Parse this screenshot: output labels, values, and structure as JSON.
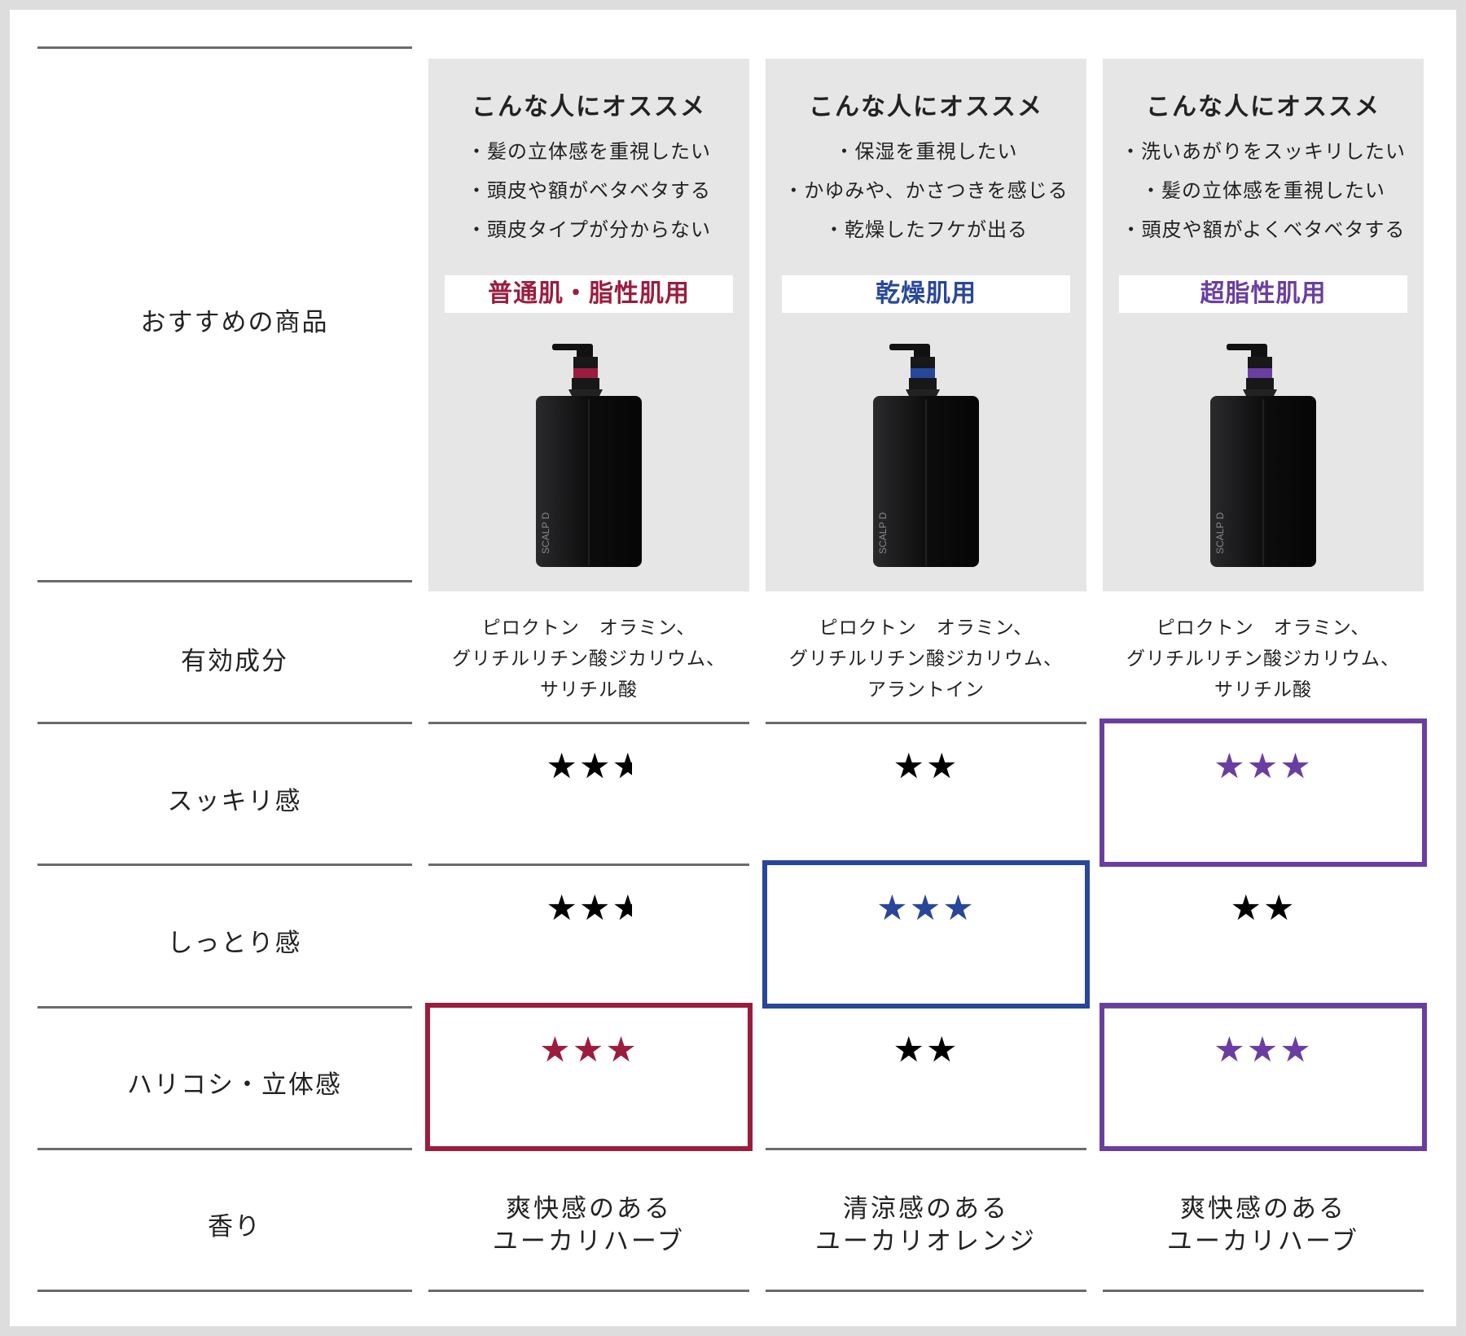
{
  "labels": {
    "recommended": "おすすめの商品",
    "ingredients": "有効成分",
    "refresh": "スッキリ感",
    "moisture": "しっとり感",
    "volume": "ハリコシ・立体感",
    "fragrance": "香り"
  },
  "panel_heading": "こんな人にオススメ",
  "colors": {
    "red": "#9c1c3e",
    "blue": "#28479a",
    "purple": "#6a3ea1"
  },
  "products": [
    {
      "points": [
        "・髪の立体感を重視したい",
        "・頭皮や額がベタベタする",
        "・頭皮タイプが分からない"
      ],
      "tag": "普通肌・脂性肌用",
      "brand": "SCALP D",
      "ingredients": [
        "ピロクトン　オラミン、",
        "グリチルリチン酸ジカリウム、",
        "サリチル酸"
      ],
      "refresh": 2.5,
      "moisture": 2.5,
      "volume": 3,
      "fragrance": [
        "爽快感のある",
        "ユーカリハーブ"
      ]
    },
    {
      "points": [
        "・保湿を重視したい",
        "・かゆみや、かさつきを感じる",
        "・乾燥したフケが出る"
      ],
      "tag": "乾燥肌用",
      "brand": "SCALP D",
      "ingredients": [
        "ピロクトン　オラミン、",
        "グリチルリチン酸ジカリウム、",
        "アラントイン"
      ],
      "refresh": 2,
      "moisture": 3,
      "volume": 2,
      "fragrance": [
        "清涼感のある",
        "ユーカリオレンジ"
      ]
    },
    {
      "points": [
        "・洗いあがりをスッキリしたい",
        "・髪の立体感を重視したい",
        "・頭皮や額がよくベタベタする"
      ],
      "tag": "超脂性肌用",
      "brand": "SCALP D",
      "ingredients": [
        "ピロクトン　オラミン、",
        "グリチルリチン酸ジカリウム、",
        "サリチル酸"
      ],
      "refresh": 3,
      "moisture": 2,
      "volume": 3,
      "fragrance": [
        "爽快感のある",
        "ユーカリハーブ"
      ]
    }
  ]
}
